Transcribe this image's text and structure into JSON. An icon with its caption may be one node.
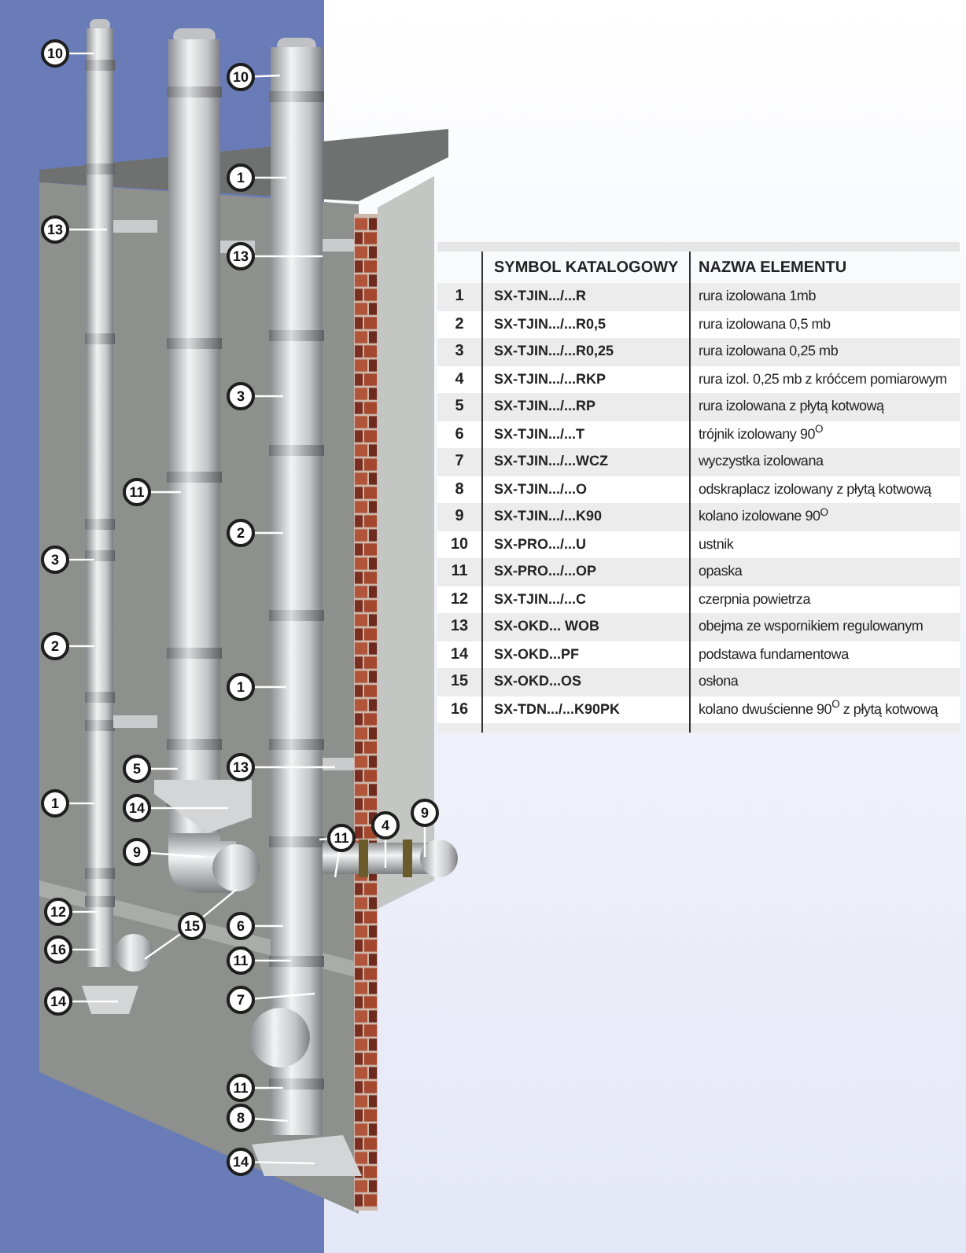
{
  "diagram": {
    "nodes": [
      {
        "text": [
          "10"
        ]
      },
      {
        "text": [
          "10"
        ]
      },
      {
        "text": [
          "1"
        ]
      },
      {
        "text": [
          "13"
        ]
      },
      {
        "text": [
          "13"
        ]
      },
      {
        "text": [
          "3"
        ]
      },
      {
        "text": [
          "11"
        ]
      },
      {
        "text": [
          "2"
        ]
      },
      {
        "text": [
          "3"
        ]
      },
      {
        "text": [
          "2"
        ]
      },
      {
        "text": [
          "1"
        ]
      },
      {
        "text": [
          "13"
        ]
      },
      {
        "text": [
          "5"
        ]
      },
      {
        "text": [
          "1"
        ]
      },
      {
        "text": [
          "14"
        ]
      },
      {
        "text": [
          "9"
        ]
      },
      {
        "text": [
          "4"
        ]
      },
      {
        "text": [
          "11"
        ]
      },
      {
        "text": [
          "9"
        ]
      },
      {
        "text": [
          "12"
        ]
      },
      {
        "text": [
          "15"
        ]
      },
      {
        "text": [
          "6"
        ]
      },
      {
        "text": [
          "16"
        ]
      },
      {
        "text": [
          "11"
        ]
      },
      {
        "text": [
          "7"
        ]
      },
      {
        "text": [
          "14"
        ]
      },
      {
        "text": [
          "11"
        ]
      },
      {
        "text": [
          "8"
        ]
      },
      {
        "text": [
          "14"
        ]
      }
    ],
    "edges": [
      {
        "from": 0,
        "to": null,
        "arrow": "none"
      },
      {
        "from": 1,
        "to": null,
        "arrow": "none"
      },
      {
        "from": 2,
        "to": null,
        "arrow": "none"
      },
      {
        "from": 3,
        "to": null,
        "arrow": "none"
      },
      {
        "from": 4,
        "to": null,
        "arrow": "none"
      },
      {
        "from": 5,
        "to": null,
        "arrow": "none"
      },
      {
        "from": 6,
        "to": null,
        "arrow": "none"
      },
      {
        "from": 7,
        "to": null,
        "arrow": "none"
      },
      {
        "from": 8,
        "to": null,
        "arrow": "none"
      },
      {
        "from": 9,
        "to": null,
        "arrow": "none"
      },
      {
        "from": 10,
        "to": null,
        "arrow": "none"
      },
      {
        "from": 11,
        "to": null,
        "arrow": "none"
      },
      {
        "from": 12,
        "to": null,
        "arrow": "none"
      },
      {
        "from": 13,
        "to": null,
        "arrow": "none"
      },
      {
        "from": 14,
        "to": null,
        "arrow": "none"
      },
      {
        "from": 15,
        "to": null,
        "arrow": "none"
      },
      {
        "from": 16,
        "to": null,
        "arrow": "none"
      },
      {
        "from": 17,
        "to": null,
        "arrow": "none"
      },
      {
        "from": 17,
        "to": null,
        "arrow": "none"
      },
      {
        "from": 18,
        "to": null,
        "arrow": "none"
      },
      {
        "from": 19,
        "to": null,
        "arrow": "none"
      },
      {
        "from": 20,
        "to": null,
        "arrow": "none"
      },
      {
        "from": 20,
        "to": null,
        "arrow": "none"
      },
      {
        "from": 21,
        "to": null,
        "arrow": "none"
      },
      {
        "from": 22,
        "to": null,
        "arrow": "none"
      },
      {
        "from": 23,
        "to": null,
        "arrow": "none"
      },
      {
        "from": 24,
        "to": null,
        "arrow": "none"
      },
      {
        "from": 25,
        "to": null,
        "arrow": "none"
      },
      {
        "from": 26,
        "to": null,
        "arrow": "none"
      },
      {
        "from": 27,
        "to": null,
        "arrow": "none"
      },
      {
        "from": 28,
        "to": null,
        "arrow": "none"
      }
    ],
    "labels": [
      "SYMBOL KATALOGOWY",
      "NAZWA ELEMENTU",
      "1",
      "SX-TJIN.../...R",
      "rura izolowana 1mb",
      "2",
      "SX-TJIN.../...R0,5",
      "rura izolowana 0,5 mb",
      "3",
      "SX-TJIN.../...R0,25",
      "rura izolowana 0,25 mb",
      "4",
      "SX-TJIN.../...RKP",
      "rura izol. 0,25 mb z króćcem pomiarowym",
      "5",
      "SX-TJIN.../...RP",
      "rura izolowana z płytą kotwową",
      "6",
      "SX-TJIN.../...T",
      "trójnik izolowany 90$^{O}$",
      "7",
      "SX-TJIN.../...WCZ",
      "wyczystka izolowana",
      "8",
      "SX-TJIN.../...O",
      "odskraplacz izolowany z płytą kotwową",
      "9",
      "SX-TJIN.../...K90",
      "kolano izolowane 90$^{O}$",
      "10",
      "SX-PRO.../...U",
      "ustnik",
      "11",
      "SX-PRO.../...OP",
      "opaska",
      "12",
      "SX-TJIN.../...C",
      "czerpnia powietrza",
      "13",
      "SX-OKD... WOB",
      "obejma ze wspornikiem regulowanym",
      "14",
      "SX-OKD...PF",
      "podstawa fundamentowa",
      "15",
      "SX-OKD...OS",
      "osłona",
      "16",
      "SX-TDN.../...K90PK",
      "kolano dwuścienne 90$^{O}$ z płytą kotwową"
    ]
  }
}
